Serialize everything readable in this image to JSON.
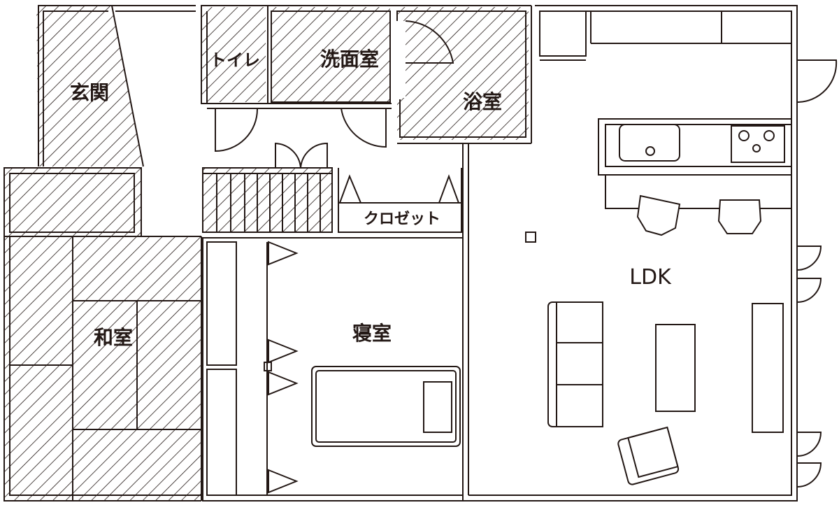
{
  "rooms": {
    "genkan": "玄関",
    "toilet": "トイレ",
    "washroom": "洗面室",
    "bathroom": "浴室",
    "closet": "クロゼット",
    "bedroom": "寝室",
    "washitsu": "和室",
    "ldk": "LDK"
  },
  "colors": {
    "line": "#231815",
    "hatch": "#231815",
    "background": "#ffffff"
  }
}
